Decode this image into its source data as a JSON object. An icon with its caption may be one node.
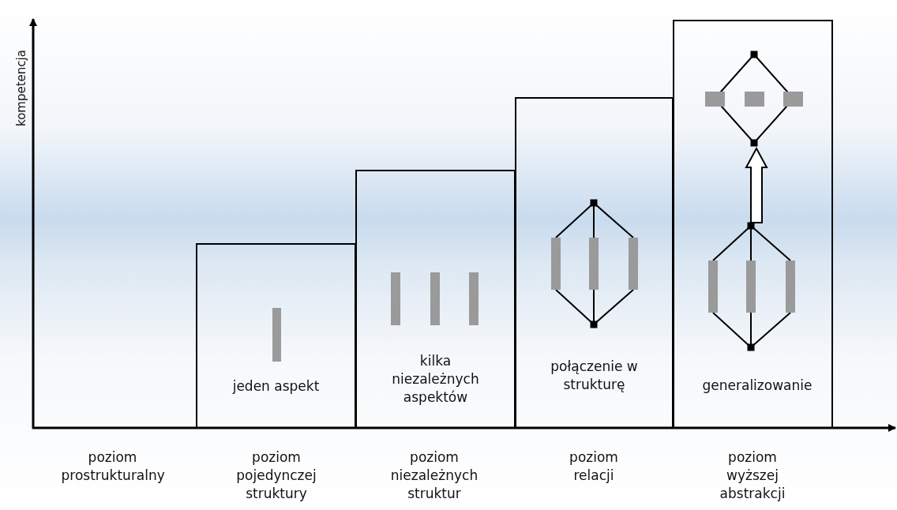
{
  "diagram": {
    "nodes": [
      {
        "text": [
          "jeden aspekt"
        ]
      },
      {
        "text": [
          "kilka niezależnych aspektów"
        ]
      },
      {
        "text": [
          "połączenie w strukturę"
        ]
      },
      {
        "text": [
          "generalizowanie"
        ]
      },
      {
        "text": [],
        "shape": "picture",
        "in": 3
      },
      {
        "text": [],
        "shape": "picture",
        "in": 3
      }
    ],
    "edges": [
      {
        "from": 5,
        "to": 4,
        "arrow": "to"
      }
    ],
    "labels": [
      "kompetencja",
      "poziom prostrukturalny",
      "poziom pojedynczej struktury",
      "poziom niezależnych struktur",
      "poziom relacji",
      "poziom wyższej abstrakcji"
    ]
  }
}
